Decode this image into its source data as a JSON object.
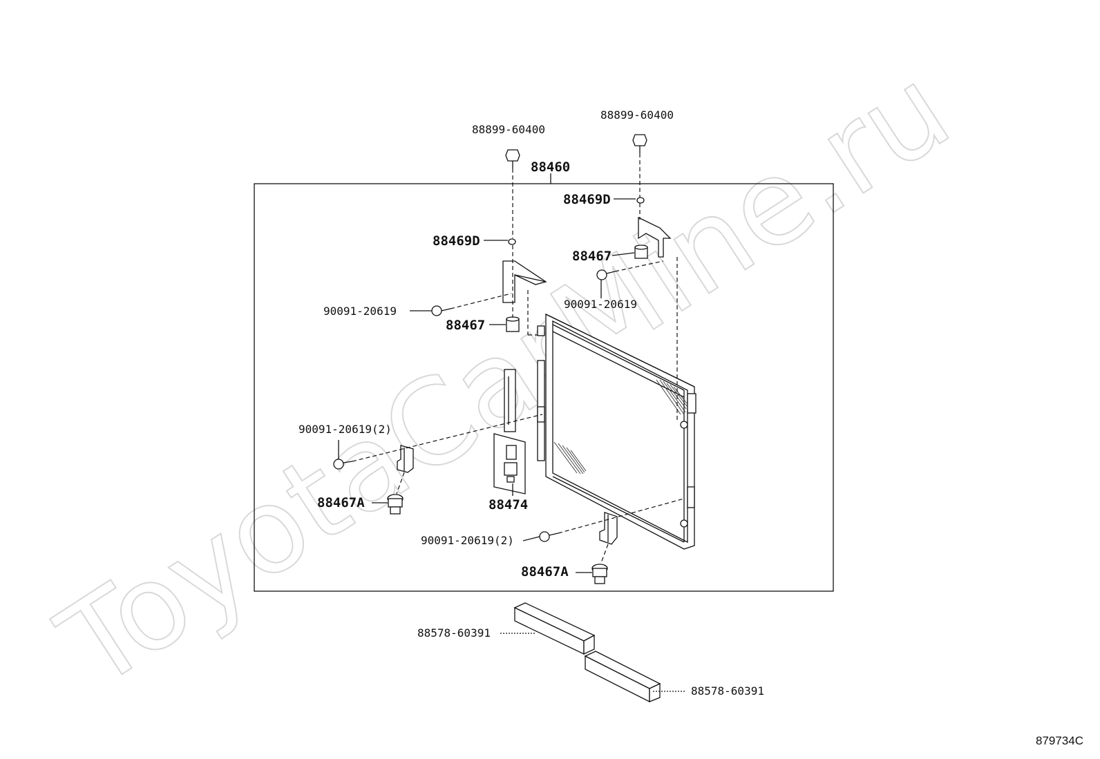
{
  "watermark": "ToyotaCarMine.ru",
  "diagram_number": "879734C",
  "callouts": {
    "bolt_top_left": "88899-60400",
    "bolt_top_right": "88899-60400",
    "condenser_assy": "88460",
    "cushion_top_left": "88469D",
    "cushion_top_right": "88469D",
    "bracket_top_left": "88467",
    "bracket_top_right": "88467",
    "screw_top_left": "90091-20619",
    "screw_top_right": "90091-20619",
    "screw_lower_left": "90091-20619(2)",
    "screw_lower_mid": "90091-20619(2)",
    "mount_lower_left": "88467A",
    "mount_lower_right": "88467A",
    "receiver": "88474",
    "seal_left": "88578-60391",
    "seal_right": "88578-60391"
  }
}
